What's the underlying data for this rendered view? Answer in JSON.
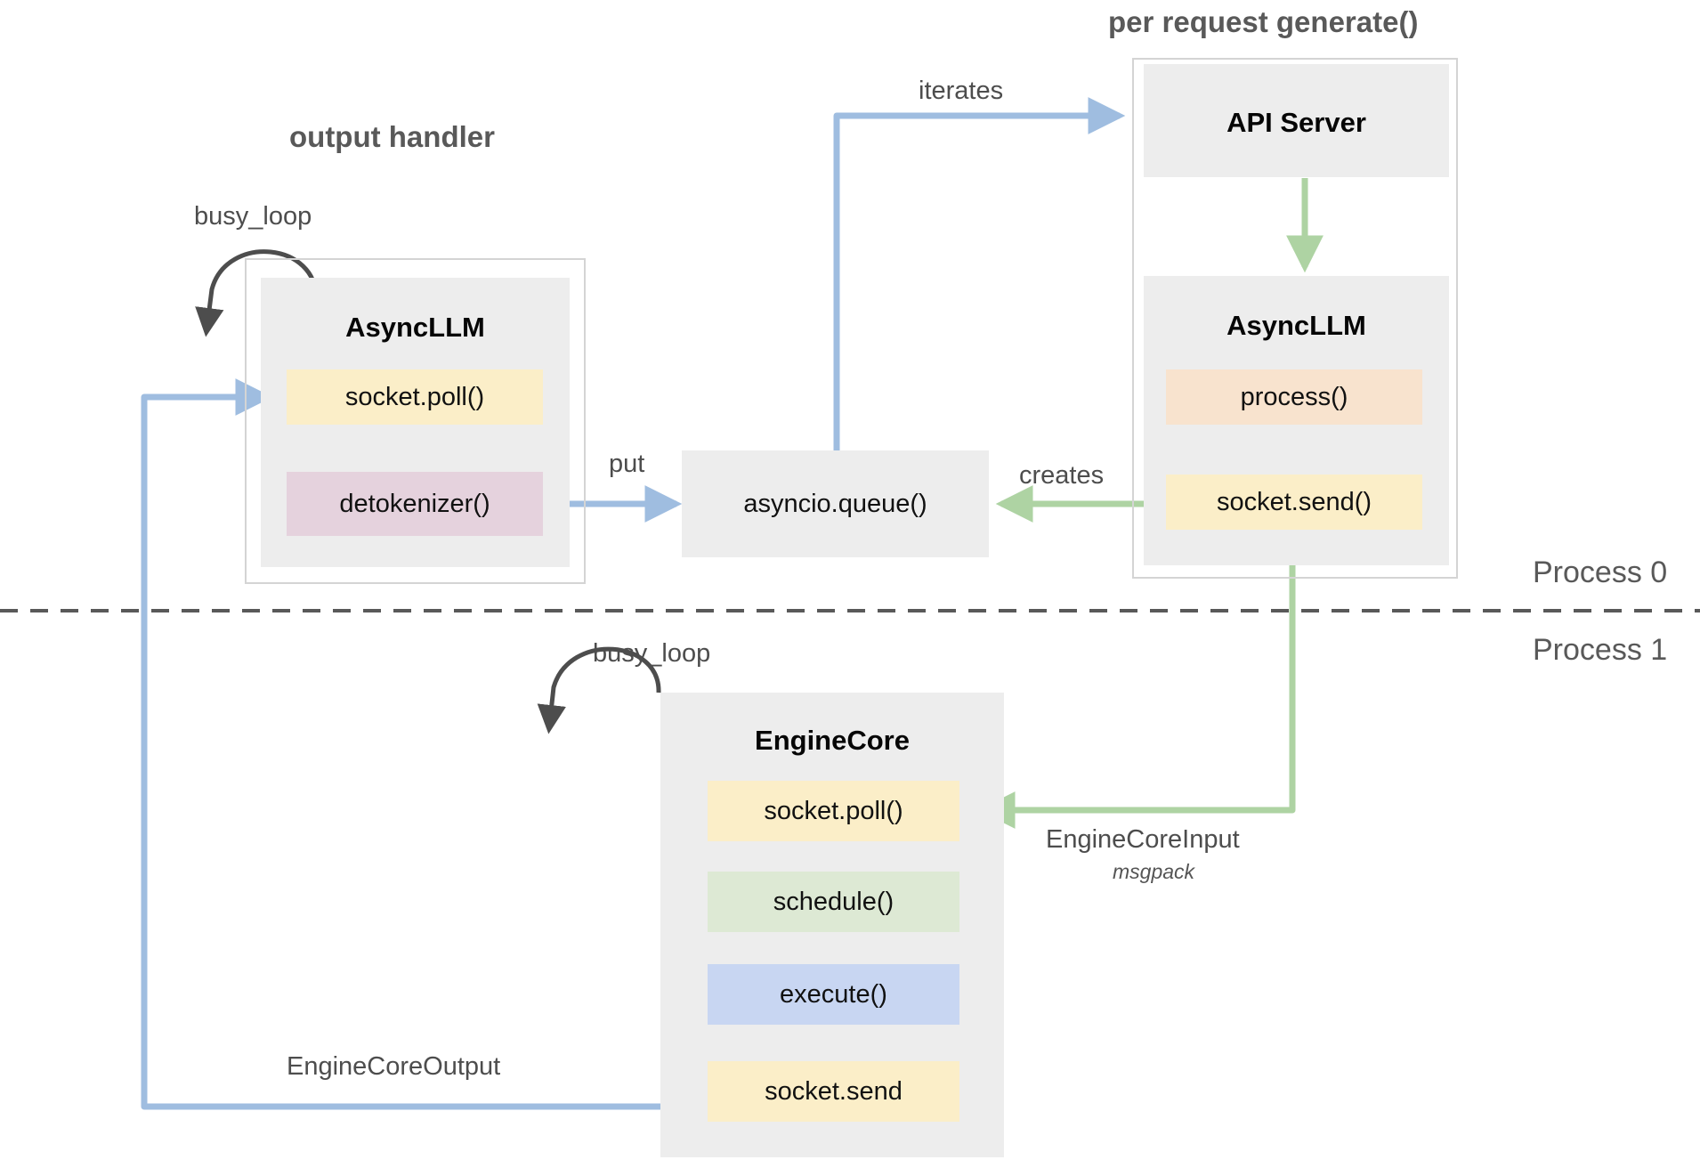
{
  "diagram": {
    "title_left": "output handler",
    "title_right": "per request generate()",
    "process_top": "Process 0",
    "process_bottom": "Process 1"
  },
  "groups": {
    "output_handler": {
      "label": "output handler",
      "panel": {
        "title": "AsyncLLM",
        "methods": [
          {
            "label": "socket.poll()",
            "color": "#fbeec8"
          },
          {
            "label": "detokenizer()",
            "color": "#e5d2dd"
          }
        ]
      },
      "self_loop_label": "busy_loop"
    },
    "per_request": {
      "label": "per request generate()",
      "api_panel": {
        "title": "API Server"
      },
      "async_panel": {
        "title": "AsyncLLM",
        "methods": [
          {
            "label": "process()",
            "color": "#f8e3ce"
          },
          {
            "label": "socket.send()",
            "color": "#fbeec8"
          }
        ]
      }
    },
    "engine_core": {
      "panel": {
        "title": "EngineCore",
        "methods": [
          {
            "label": "socket.poll()",
            "color": "#fbeec8"
          },
          {
            "label": "schedule()",
            "color": "#dde9d4"
          },
          {
            "label": "execute()",
            "color": "#c8d6f2"
          },
          {
            "label": "socket.send",
            "color": "#fbeec8"
          }
        ]
      },
      "self_loop_label": "busy_loop"
    }
  },
  "queue": {
    "label": "asyncio.queue()"
  },
  "edges": {
    "iterates": "iterates",
    "put": "put",
    "creates": "creates",
    "engine_core_input": "EngineCoreInput",
    "engine_core_input_sub": "msgpack",
    "engine_core_output": "EngineCoreOutput"
  },
  "colors": {
    "blue_arrow": "#9fbde0",
    "green_arrow": "#aed3a3",
    "black_arrow": "#4d4d4d",
    "panel_gray": "#ededed",
    "border_gray": "#d4d4d4",
    "divider": "#595959"
  }
}
